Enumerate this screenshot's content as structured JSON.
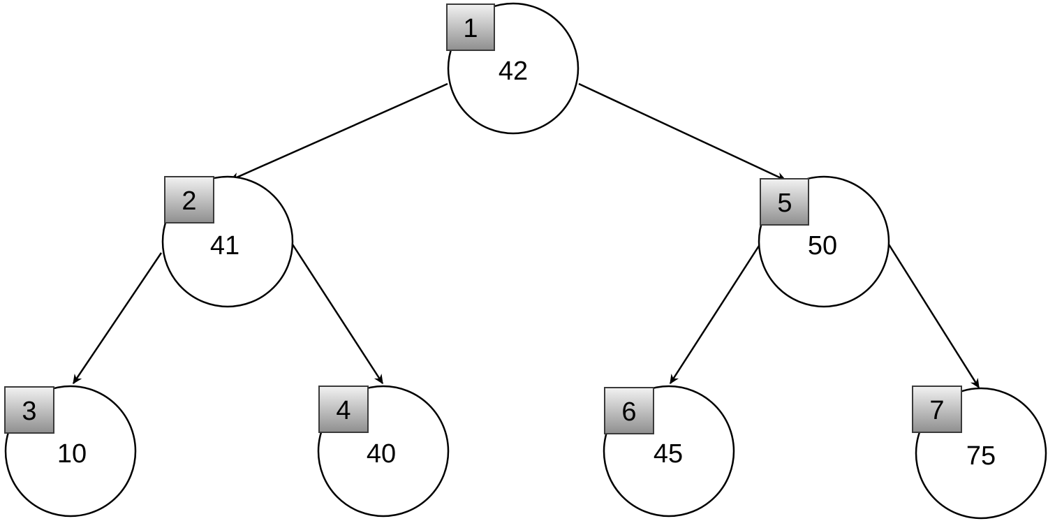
{
  "tree": {
    "nodes": [
      {
        "id": 1,
        "label": "1",
        "value": "42"
      },
      {
        "id": 2,
        "label": "2",
        "value": "41"
      },
      {
        "id": 3,
        "label": "3",
        "value": "10"
      },
      {
        "id": 4,
        "label": "4",
        "value": "40"
      },
      {
        "id": 5,
        "label": "5",
        "value": "50"
      },
      {
        "id": 6,
        "label": "6",
        "value": "45"
      },
      {
        "id": 7,
        "label": "7",
        "value": "75"
      }
    ],
    "edges": [
      {
        "from": 1,
        "to": 2
      },
      {
        "from": 2,
        "to": 3
      },
      {
        "from": 2,
        "to": 4
      },
      {
        "from": 1,
        "to": 5
      },
      {
        "from": 5,
        "to": 6
      },
      {
        "from": 5,
        "to": 7
      }
    ]
  }
}
